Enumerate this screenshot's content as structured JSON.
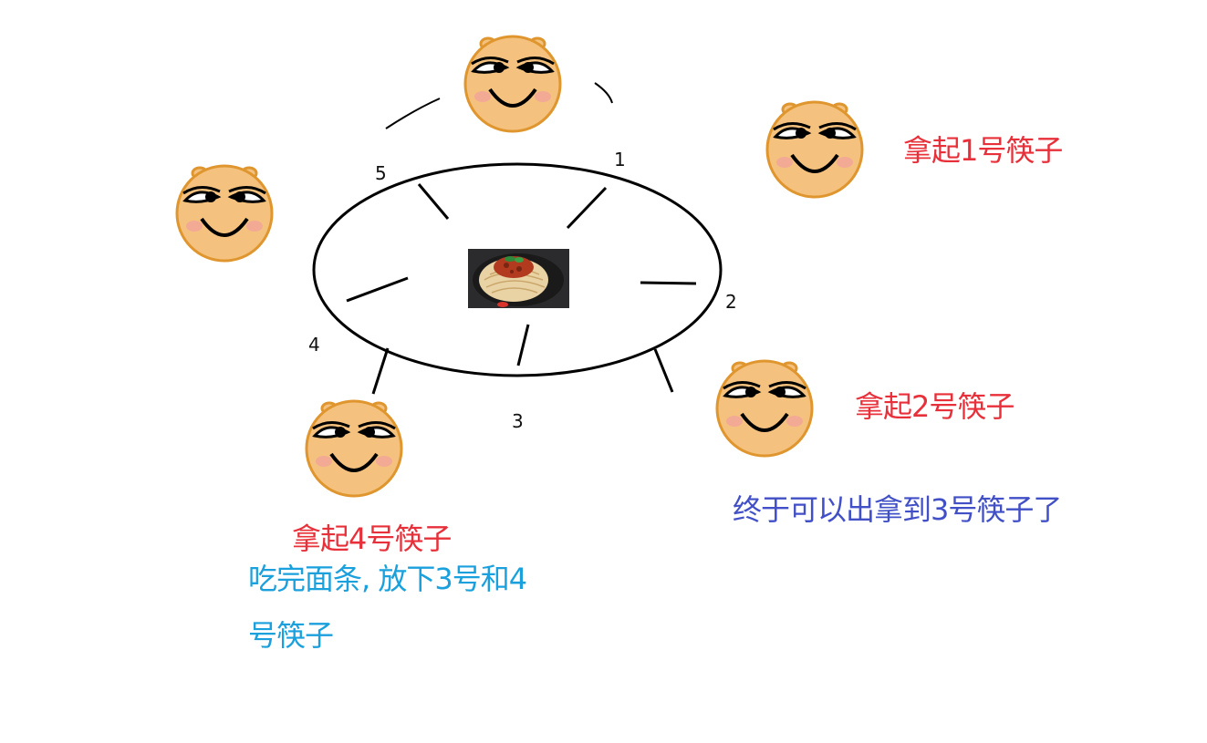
{
  "numbers": {
    "n1": "1",
    "n2": "2",
    "n3": "3",
    "n4": "4",
    "n5": "5"
  },
  "labels": {
    "pick1": "拿起1号筷子",
    "pick2": "拿起2号筷子",
    "finally": "终于可以出拿到3号筷子了",
    "done_line1": "吃完面条, 放下3号和4",
    "done_line2": "号筷子",
    "cut_fragment": "拿起4号筷子"
  },
  "colors": {
    "red_label": "#e8303a",
    "purple_label": "#4250c8",
    "cyan_label": "#1aa0dc",
    "face_fill": "#f4c27e",
    "face_outline": "#e0962f"
  },
  "icons": {
    "philosopher": "smiling-face-icon",
    "dish": "spaghetti-plate-icon"
  }
}
